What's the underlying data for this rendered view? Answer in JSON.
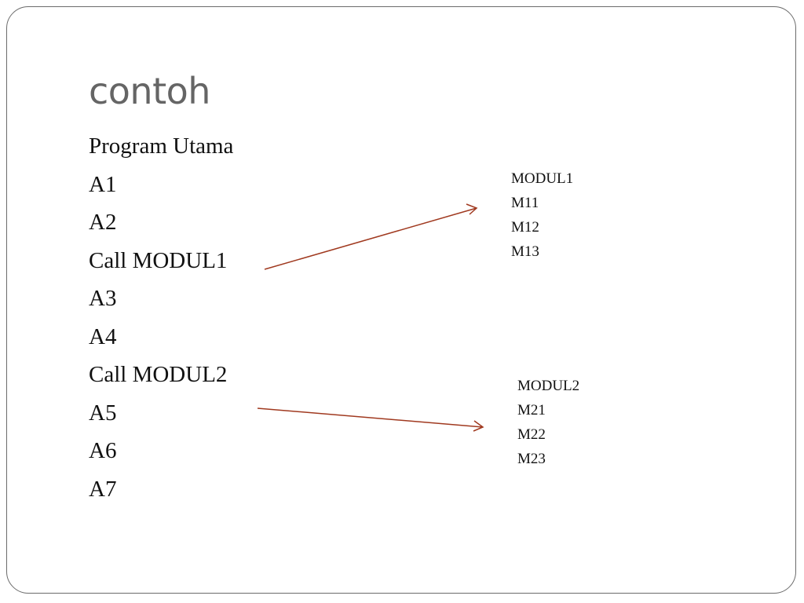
{
  "slide": {
    "title": "contoh",
    "main_program": {
      "lines": [
        "Program Utama",
        "A1",
        "A2",
        "Call MODUL1",
        "A3",
        "A4",
        "Call MODUL2",
        "A5",
        "A6",
        "A7"
      ]
    },
    "modules": [
      {
        "lines": [
          "MODUL1",
          "M11",
          "M12",
          "M13"
        ]
      },
      {
        "lines": [
          "MODUL2",
          "M21",
          "M22",
          "M23"
        ]
      }
    ],
    "colors": {
      "title": "#656565",
      "text": "#111111",
      "arrow": "#a0391f",
      "frame": "#6b6b6b"
    }
  }
}
